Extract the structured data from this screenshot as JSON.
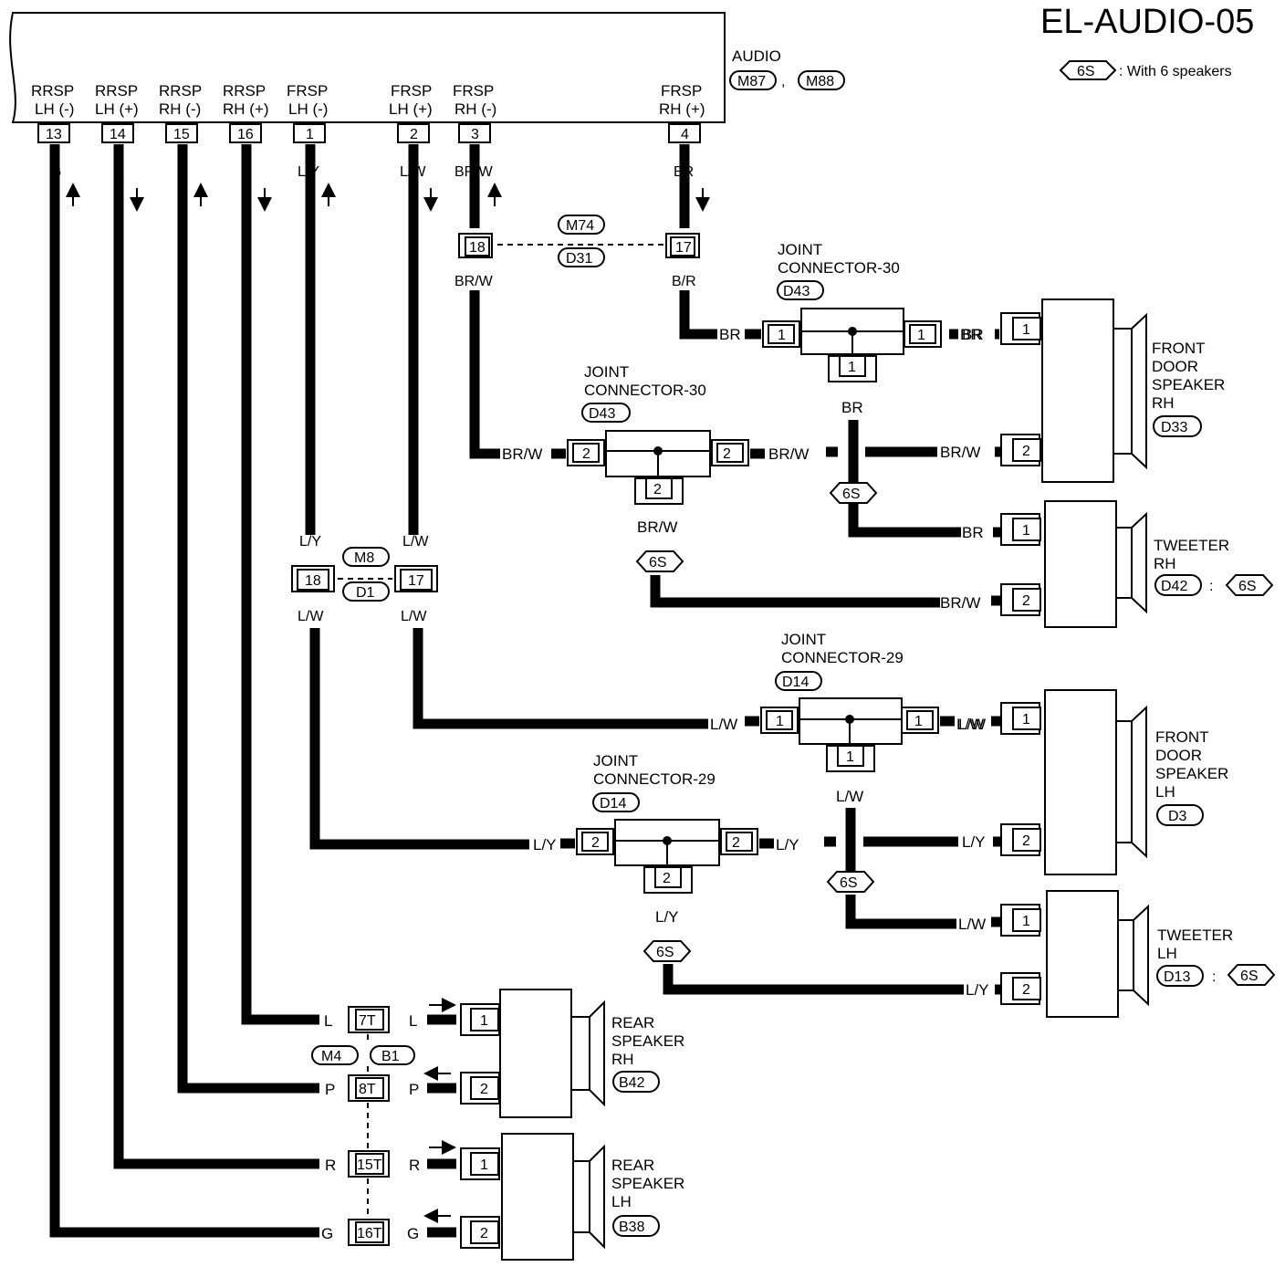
{
  "diagram_id": "EL-AUDIO-05",
  "legend": {
    "symbol": "6S",
    "text": ": With 6 speakers"
  },
  "audio_unit": {
    "title": "AUDIO",
    "connectors": [
      "M87",
      "M88"
    ],
    "separator": ",",
    "terminals": [
      {
        "name_line1": "RRSP",
        "name_line2": "LH (-)",
        "pin": "13",
        "color": "G"
      },
      {
        "name_line1": "RRSP",
        "name_line2": "LH (+)",
        "pin": "14",
        "color": "R"
      },
      {
        "name_line1": "RRSP",
        "name_line2": "RH (-)",
        "pin": "15",
        "color": "P"
      },
      {
        "name_line1": "RRSP",
        "name_line2": "RH (+)",
        "pin": "16",
        "color": "L"
      },
      {
        "name_line1": "FRSP",
        "name_line2": "LH (-)",
        "pin": "1",
        "color": "L/Y"
      },
      {
        "name_line1": "FRSP",
        "name_line2": "LH (+)",
        "pin": "2",
        "color": "L/W"
      },
      {
        "name_line1": "FRSP",
        "name_line2": "RH (-)",
        "pin": "3",
        "color": "BR/W"
      },
      {
        "name_line1": "FRSP",
        "name_line2": "RH (+)",
        "pin": "4",
        "color": "BR"
      }
    ]
  },
  "connector_M74_D31": {
    "top": "M74",
    "bottom": "D31",
    "pin_left": "18",
    "pin_right": "17",
    "color_left_below": "BR/W",
    "color_right_below": "B/R"
  },
  "connector_M8_D1": {
    "top": "M8",
    "bottom": "D1",
    "pin_left": "18",
    "pin_right": "17",
    "above_left": "L/Y",
    "above_right": "L/W",
    "below_left": "L/W",
    "below_right": "L/W"
  },
  "joint_30_upper": {
    "line1": "JOINT",
    "line2": "CONNECTOR-30",
    "ref": "D43",
    "pin_left": "1",
    "pin_right": "1",
    "pin_bottom": "1",
    "wire_in": "BR",
    "wire_out": "BR",
    "wire_down": "BR"
  },
  "joint_30_lower": {
    "line1": "JOINT",
    "line2": "CONNECTOR-30",
    "ref": "D43",
    "pin_left": "2",
    "pin_right": "2",
    "pin_bottom": "2",
    "wire_in": "BR/W",
    "wire_out": "BR/W",
    "wire_down": "BR/W"
  },
  "joint_29_upper": {
    "line1": "JOINT",
    "line2": "CONNECTOR-29",
    "ref": "D14",
    "pin_left": "1",
    "pin_right": "1",
    "pin_bottom": "1",
    "wire_in": "L/W",
    "wire_out": "L/W",
    "wire_down": "L/W"
  },
  "joint_29_lower": {
    "line1": "JOINT",
    "line2": "CONNECTOR-29",
    "ref": "D14",
    "pin_left": "2",
    "pin_right": "2",
    "pin_bottom": "2",
    "wire_in": "L/Y",
    "wire_out": "L/Y",
    "wire_down": "L/Y"
  },
  "front_door_speaker_rh": {
    "line1": "FRONT",
    "line2": "DOOR",
    "line3": "SPEAKER",
    "line4": "RH",
    "ref": "D33",
    "pin1": "1",
    "pin2": "2",
    "wire1": "BR",
    "wire2": "BR/W"
  },
  "tweeter_rh": {
    "line1": "TWEETER",
    "line2": "RH",
    "ref": "D42",
    "sep": ":",
    "tag": "6S",
    "pin1": "1",
    "pin2": "2",
    "wire1": "BR",
    "wire2": "BR/W"
  },
  "front_door_speaker_lh": {
    "line1": "FRONT",
    "line2": "DOOR",
    "line3": "SPEAKER",
    "line4": "LH",
    "ref": "D3",
    "pin1": "1",
    "pin2": "2",
    "wire1": "L/W",
    "wire2": "L/Y"
  },
  "tweeter_lh": {
    "line1": "TWEETER",
    "line2": "LH",
    "ref": "D13",
    "sep": ":",
    "tag": "6S",
    "pin1": "1",
    "pin2": "2",
    "wire1": "L/W",
    "wire2": "L/Y"
  },
  "six_s_tags": [
    "6S",
    "6S",
    "6S",
    "6S"
  ],
  "rear_connector": {
    "top": "M4",
    "bottom": "B1",
    "pins": [
      "7T",
      "8T",
      "15T",
      "16T"
    ],
    "colors": [
      "L",
      "P",
      "R",
      "G"
    ]
  },
  "rear_speaker_rh": {
    "line1": "REAR",
    "line2": "SPEAKER",
    "line3": "RH",
    "ref": "B42",
    "pin1": "1",
    "pin2": "2"
  },
  "rear_speaker_lh": {
    "line1": "REAR",
    "line2": "SPEAKER",
    "line3": "LH",
    "ref": "B38",
    "pin1": "1",
    "pin2": "2"
  }
}
